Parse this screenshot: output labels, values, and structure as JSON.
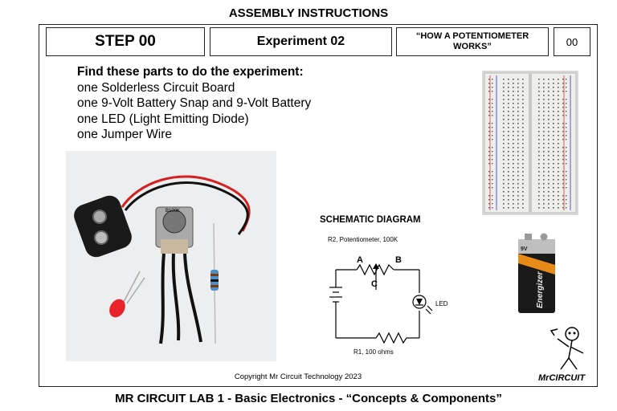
{
  "header": {
    "title": "ASSEMBLY INSTRUCTIONS"
  },
  "boxes": {
    "step": "STEP 00",
    "experiment": "Experiment 02",
    "quote": "“HOW A POTENTIOMETER WORKS”",
    "number": "00"
  },
  "parts": {
    "heading": "Find these parts to do the experiment:",
    "items": [
      "one Solderless Circuit Board",
      "one 9-Volt Battery Snap and 9-Volt Battery",
      "one LED (Light Emitting Diode)",
      "one Jumper Wire"
    ]
  },
  "schematic": {
    "title": "SCHEMATIC DIAGRAM",
    "pot_label": "R2, Potentiometer, 100K",
    "label_a": "A",
    "label_b": "B",
    "label_c": "C",
    "led_label": "LED",
    "resistor_label": "R1, 100 ohms"
  },
  "battery": {
    "brand": "Energizer",
    "voltage": "9V"
  },
  "mascot": {
    "text": "MrCIRCUIT"
  },
  "pot_marking": "B100K",
  "footer": {
    "copyright": "Copyright Mr Circuit Technology 2023",
    "title": "MR CIRCUIT LAB 1 - Basic Electronics - “Concepts & Components”"
  },
  "colors": {
    "battery_black": "#1a1a1a",
    "led_red": "#e8242a",
    "wire_red": "#d42020",
    "battery_orange": "#e88a1a"
  }
}
